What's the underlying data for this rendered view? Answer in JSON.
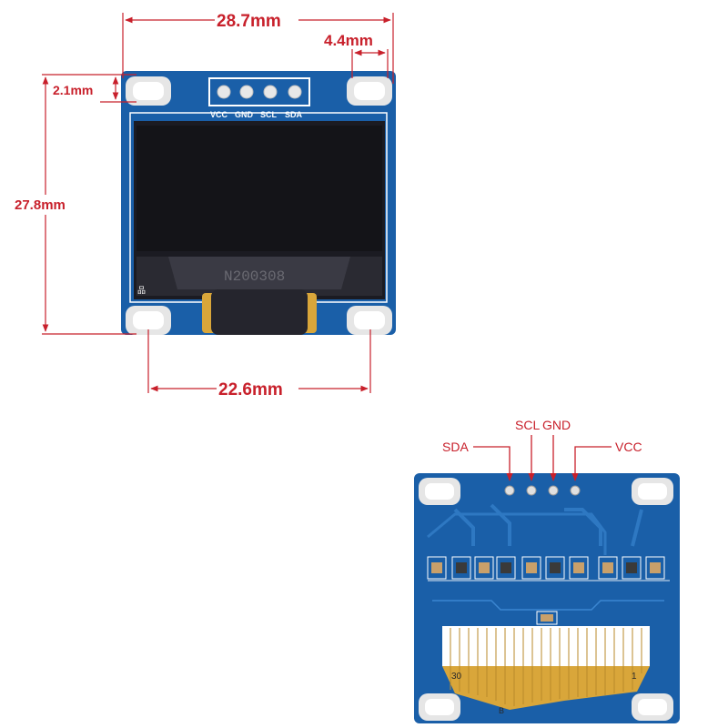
{
  "front_view": {
    "dimensions": {
      "width_total": "28.7mm",
      "hole_offset": "4.4mm",
      "top_margin": "2.1mm",
      "height_total": "27.8mm",
      "hole_spacing": "22.6mm"
    },
    "header_pins": [
      "VCC",
      "GND",
      "SCL",
      "SDA"
    ],
    "chip_marking": "N200308",
    "small_marking": "品"
  },
  "back_view": {
    "pin_labels": {
      "sda": "SDA",
      "scl": "SCL",
      "gnd": "GND",
      "vcc": "VCC"
    },
    "fpc_markings": {
      "left": "30",
      "right": "1",
      "bottom": "B"
    }
  },
  "colors": {
    "pcb_blue": "#1a5fa8",
    "pcb_trace": "#2e78c2",
    "screen_black": "#141418",
    "fpc_gold": "#d9a63a",
    "dimension_red": "#c8202b"
  }
}
